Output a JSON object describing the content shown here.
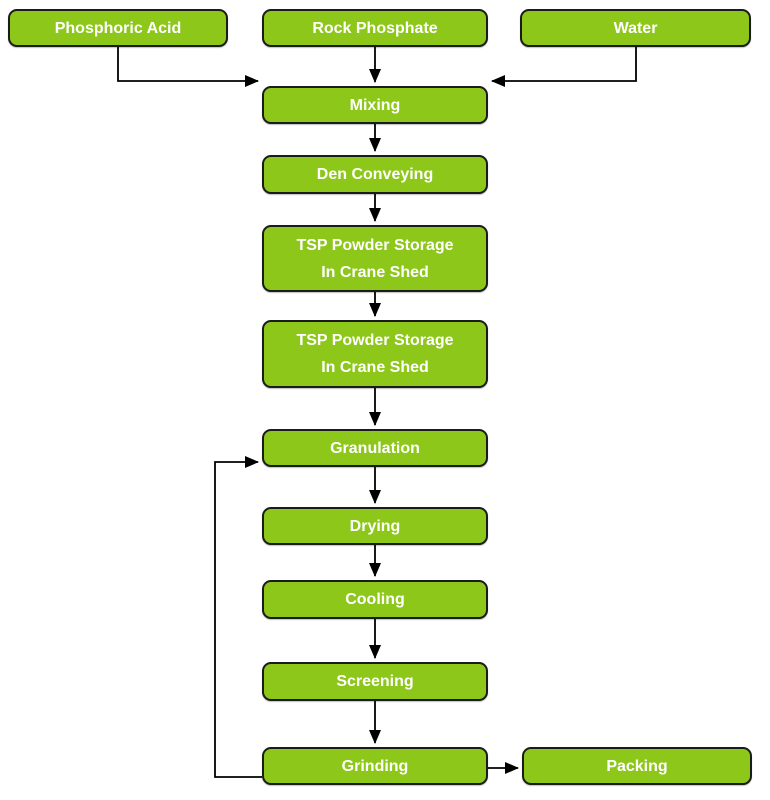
{
  "diagram": {
    "type": "flowchart",
    "background_color": "#FFFFFF",
    "node_style": {
      "fill_color": "#8DC71A",
      "border_color": "#1B1B1B",
      "text_color": "#FFFFFF",
      "shape": "rounded-rectangle"
    },
    "connector_color": "#000000",
    "nodes": [
      {
        "id": "phosphoric-acid",
        "label": "Phosphoric Acid"
      },
      {
        "id": "rock-phosphate",
        "label": "Rock Phosphate"
      },
      {
        "id": "water",
        "label": "Water"
      },
      {
        "id": "mixing",
        "label": "Mixing"
      },
      {
        "id": "den-conveying",
        "label": "Den Conveying"
      },
      {
        "id": "tsp-powder-storage-1",
        "label": "TSP Powder Storage\nIn Crane Shed"
      },
      {
        "id": "tsp-powder-storage-2",
        "label": "TSP Powder Storage\nIn Crane Shed"
      },
      {
        "id": "granulation",
        "label": "Granulation"
      },
      {
        "id": "drying",
        "label": "Drying"
      },
      {
        "id": "cooling",
        "label": "Cooling"
      },
      {
        "id": "screening",
        "label": "Screening"
      },
      {
        "id": "grinding",
        "label": "Grinding"
      },
      {
        "id": "packing",
        "label": "Packing"
      }
    ],
    "edges": [
      {
        "from": "phosphoric-acid",
        "to": "mixing"
      },
      {
        "from": "rock-phosphate",
        "to": "mixing"
      },
      {
        "from": "water",
        "to": "mixing"
      },
      {
        "from": "mixing",
        "to": "den-conveying"
      },
      {
        "from": "den-conveying",
        "to": "tsp-powder-storage-1"
      },
      {
        "from": "tsp-powder-storage-1",
        "to": "tsp-powder-storage-2"
      },
      {
        "from": "tsp-powder-storage-2",
        "to": "granulation"
      },
      {
        "from": "granulation",
        "to": "drying"
      },
      {
        "from": "drying",
        "to": "cooling"
      },
      {
        "from": "cooling",
        "to": "screening"
      },
      {
        "from": "screening",
        "to": "grinding"
      },
      {
        "from": "grinding",
        "to": "packing"
      },
      {
        "from": "grinding",
        "to": "granulation",
        "note": "recycle loop routed along left side"
      }
    ]
  }
}
